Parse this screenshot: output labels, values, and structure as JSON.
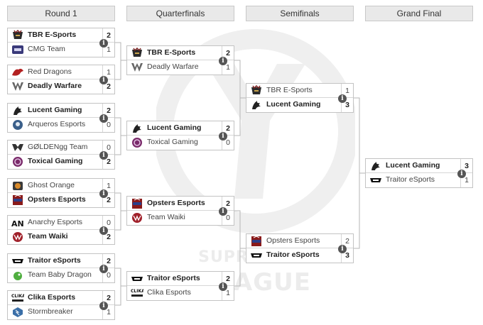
{
  "rounds": [
    {
      "label": "Round 1"
    },
    {
      "label": "Quarterfinals"
    },
    {
      "label": "Semifinals"
    },
    {
      "label": "Grand Final"
    }
  ],
  "watermark": {
    "line1": "SUPREMACY",
    "line2": "LEAGUE"
  },
  "info_glyph": "i",
  "matches": [
    {
      "round": 0,
      "teams": [
        {
          "name": "TBR E-Sports",
          "score": "2",
          "winner": true,
          "logo": "tbr-logo"
        },
        {
          "name": "CMG Team",
          "score": "1",
          "winner": false,
          "logo": "cmg-logo"
        }
      ]
    },
    {
      "round": 0,
      "teams": [
        {
          "name": "Red Dragons",
          "score": "1",
          "winner": false,
          "logo": "red-dragon-logo"
        },
        {
          "name": "Deadly Warfare",
          "score": "2",
          "winner": true,
          "logo": "deadly-warfare-logo"
        }
      ]
    },
    {
      "round": 0,
      "teams": [
        {
          "name": "Lucent Gaming",
          "score": "2",
          "winner": true,
          "logo": "lucent-logo"
        },
        {
          "name": "Arqueros Esports",
          "score": "0",
          "winner": false,
          "logo": "arqueros-logo"
        }
      ]
    },
    {
      "round": 0,
      "teams": [
        {
          "name": "GØLDENgg Team",
          "score": "0",
          "winner": false,
          "logo": "goldengg-logo"
        },
        {
          "name": "Toxical Gaming",
          "score": "2",
          "winner": true,
          "logo": "toxical-logo"
        }
      ]
    },
    {
      "round": 0,
      "teams": [
        {
          "name": "Ghost Orange",
          "score": "1",
          "winner": false,
          "logo": "ghost-orange-logo"
        },
        {
          "name": "Opsters Esports",
          "score": "2",
          "winner": true,
          "logo": "opsters-logo"
        }
      ]
    },
    {
      "round": 0,
      "teams": [
        {
          "name": "Anarchy Esports",
          "score": "0",
          "winner": false,
          "logo": "anarchy-logo"
        },
        {
          "name": "Team Waiki",
          "score": "2",
          "winner": true,
          "logo": "waiki-logo"
        }
      ]
    },
    {
      "round": 0,
      "teams": [
        {
          "name": "Traitor eSports",
          "score": "2",
          "winner": true,
          "logo": "traitor-logo"
        },
        {
          "name": "Team Baby Dragon",
          "score": "0",
          "winner": false,
          "logo": "baby-dragon-logo"
        }
      ]
    },
    {
      "round": 0,
      "teams": [
        {
          "name": "Clika Esports",
          "score": "2",
          "winner": true,
          "logo": "clika-logo"
        },
        {
          "name": "Stormbreaker",
          "score": "1",
          "winner": false,
          "logo": "stormbreaker-logo"
        }
      ]
    },
    {
      "round": 1,
      "teams": [
        {
          "name": "TBR E-Sports",
          "score": "2",
          "winner": true,
          "logo": "tbr-logo"
        },
        {
          "name": "Deadly Warfare",
          "score": "1",
          "winner": false,
          "logo": "deadly-warfare-logo"
        }
      ]
    },
    {
      "round": 1,
      "teams": [
        {
          "name": "Lucent Gaming",
          "score": "2",
          "winner": true,
          "logo": "lucent-logo"
        },
        {
          "name": "Toxical Gaming",
          "score": "0",
          "winner": false,
          "logo": "toxical-logo"
        }
      ]
    },
    {
      "round": 1,
      "teams": [
        {
          "name": "Opsters Esports",
          "score": "2",
          "winner": true,
          "logo": "opsters-logo"
        },
        {
          "name": "Team Waiki",
          "score": "0",
          "winner": false,
          "logo": "waiki-logo"
        }
      ]
    },
    {
      "round": 1,
      "teams": [
        {
          "name": "Traitor eSports",
          "score": "2",
          "winner": true,
          "logo": "traitor-logo"
        },
        {
          "name": "Clika Esports",
          "score": "1",
          "winner": false,
          "logo": "clika-logo"
        }
      ]
    },
    {
      "round": 2,
      "teams": [
        {
          "name": "TBR E-Sports",
          "score": "1",
          "winner": false,
          "logo": "tbr-logo"
        },
        {
          "name": "Lucent Gaming",
          "score": "3",
          "winner": true,
          "logo": "lucent-logo"
        }
      ]
    },
    {
      "round": 2,
      "teams": [
        {
          "name": "Opsters Esports",
          "score": "2",
          "winner": false,
          "logo": "opsters-logo"
        },
        {
          "name": "Traitor eSports",
          "score": "3",
          "winner": true,
          "logo": "traitor-logo"
        }
      ]
    },
    {
      "round": 3,
      "teams": [
        {
          "name": "Lucent Gaming",
          "score": "3",
          "winner": true,
          "logo": "lucent-logo"
        },
        {
          "name": "Traitor eSports",
          "score": "1",
          "winner": false,
          "logo": "traitor-logo"
        }
      ]
    }
  ]
}
